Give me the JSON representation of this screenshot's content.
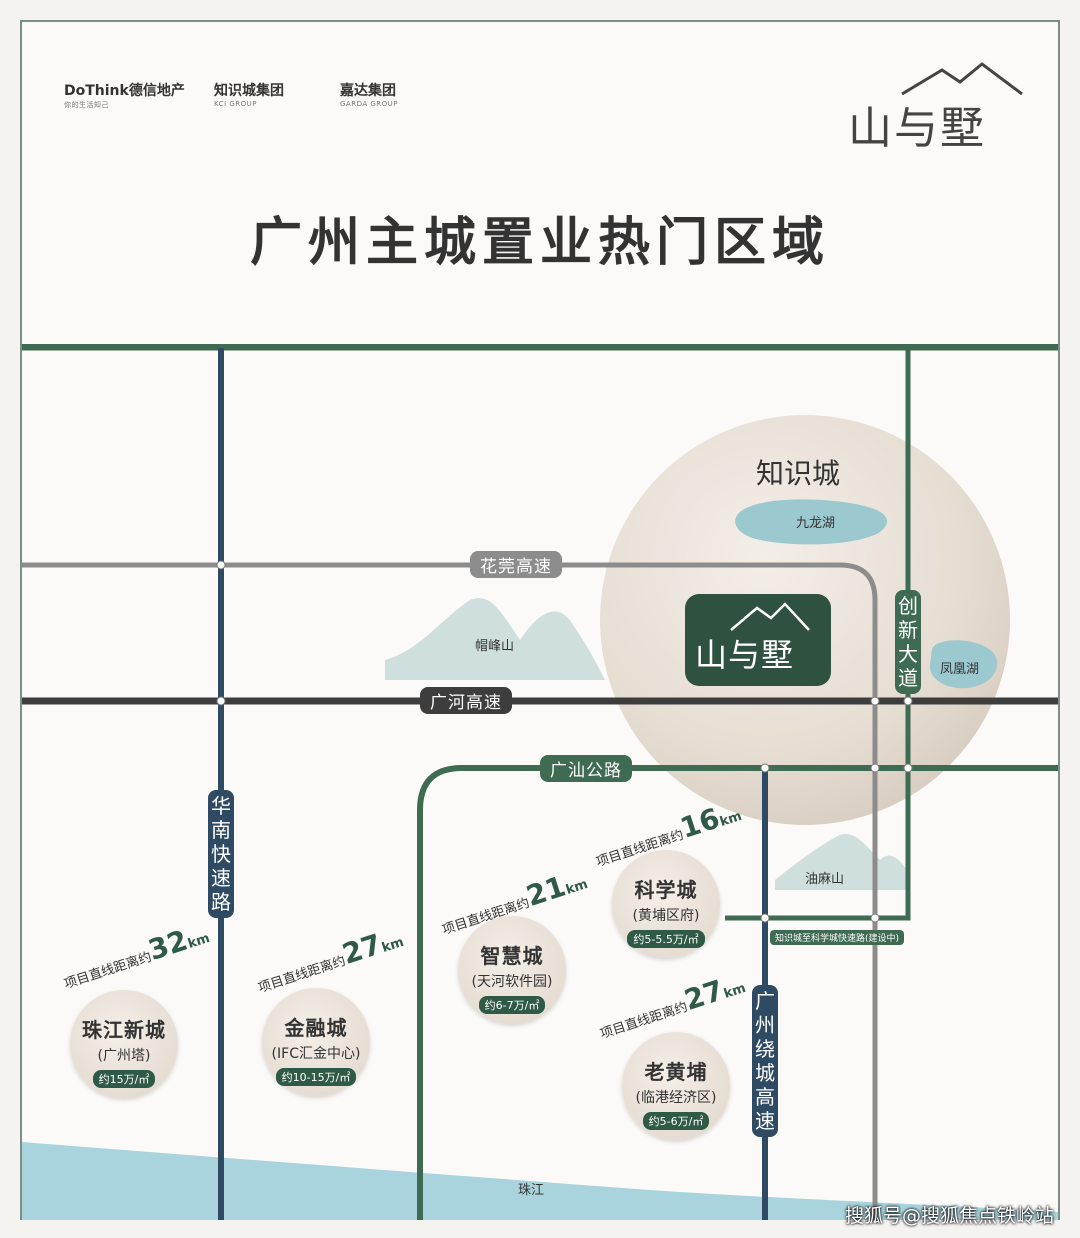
{
  "header": {
    "title": "广州主城置业热门区域",
    "brands": [
      {
        "name": "DoThink德信地产",
        "sub": "你的生活知己"
      },
      {
        "name": "知识城集团",
        "sub": "KCI GROUP"
      },
      {
        "name": "嘉达集团",
        "sub": "GARDA GROUP"
      }
    ],
    "project_logo": "山与墅"
  },
  "map": {
    "roads": {
      "huaguan": "花莞高速",
      "guanghe": "广河高速",
      "guangshan": "广汕公路",
      "huanan": "华南快速路",
      "chuangxin": "创新大道",
      "raocheng": "广州绕城高速",
      "expressway": "知识城至科学城快速路(建设中)"
    },
    "places": {
      "zhishicheng": "知识城",
      "jiulonghu": "九龙湖",
      "fenghuanghu": "凤凰湖",
      "maofengshan": "帽峰山",
      "youmashan": "油麻山",
      "zhujiang": "珠江"
    },
    "project_badge": "山与墅",
    "distance_prefix": "项目直线距离约",
    "distance_unit": "km",
    "districts": [
      {
        "name": "珠江新城",
        "sub": "(广州塔)",
        "price": "约15万/㎡",
        "km": "32"
      },
      {
        "name": "金融城",
        "sub": "(IFC汇金中心)",
        "price": "约10-15万/㎡",
        "km": "27"
      },
      {
        "name": "智慧城",
        "sub": "(天河软件园)",
        "price": "约6-7万/㎡",
        "km": "21"
      },
      {
        "name": "科学城",
        "sub": "(黄埔区府)",
        "price": "约5-5.5万/㎡",
        "km": "16"
      },
      {
        "name": "老黄埔",
        "sub": "(临港经济区)",
        "price": "约5-6万/㎡",
        "km": "27"
      }
    ]
  },
  "colors": {
    "green_road": "#3e6b52",
    "blue_road": "#2f4a63",
    "gray_road": "#8c8c8c",
    "dark_road": "#3d3d3d",
    "lake": "#9cc8cf",
    "badge": "#2f5240"
  },
  "watermark": "搜狐号@搜狐焦点铁岭站"
}
